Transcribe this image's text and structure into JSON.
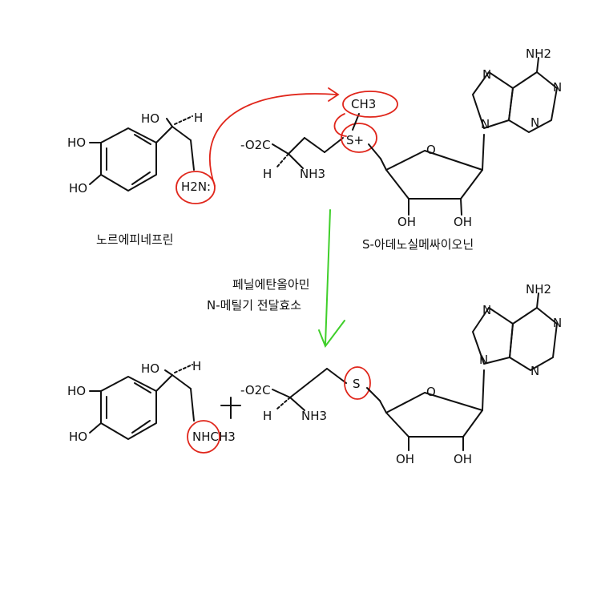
{
  "reactant_top": {
    "name": "노르에피네프린",
    "labels": {
      "ho_ring_top": "HO",
      "ho_ring_bottom": "HO",
      "ho_sidechain": "HO",
      "h_stereo": "H",
      "amine": "H2N:"
    }
  },
  "sam_top": {
    "name": "S-아데노실메싸이오닌",
    "labels": {
      "carboxylate": "-O2C",
      "alpha_h": "H",
      "ammonium": "NH3",
      "methyl": "CH3",
      "sulfonium": "S+",
      "ring_o": "O",
      "oh_left": "OH",
      "oh_right": "OH",
      "amino": "NH2",
      "n1": "N",
      "n2": "N",
      "n3": "N",
      "n4": "N"
    }
  },
  "reaction": {
    "enzyme_line1": "페닐에탄올아민",
    "enzyme_line2": "N-메틸기 전달효소"
  },
  "product_bottom": {
    "labels": {
      "ho_ring_top": "HO",
      "ho_ring_bottom": "HO",
      "ho_sidechain": "HO",
      "h_stereo": "H",
      "amine": "NHCH3"
    }
  },
  "sah_bottom": {
    "labels": {
      "carboxylate": "-O2C",
      "alpha_h": "H",
      "ammonium": "NH3",
      "sulfur": "S",
      "ring_o": "O",
      "oh_left": "OH",
      "oh_right": "OH",
      "amino": "NH2",
      "n1": "N",
      "n2": "N",
      "n3": "N",
      "n4": "N"
    }
  },
  "colors": {
    "ink": "#111111",
    "highlight": "#e0261b",
    "reaction_arrow": "#3fcf2a"
  }
}
